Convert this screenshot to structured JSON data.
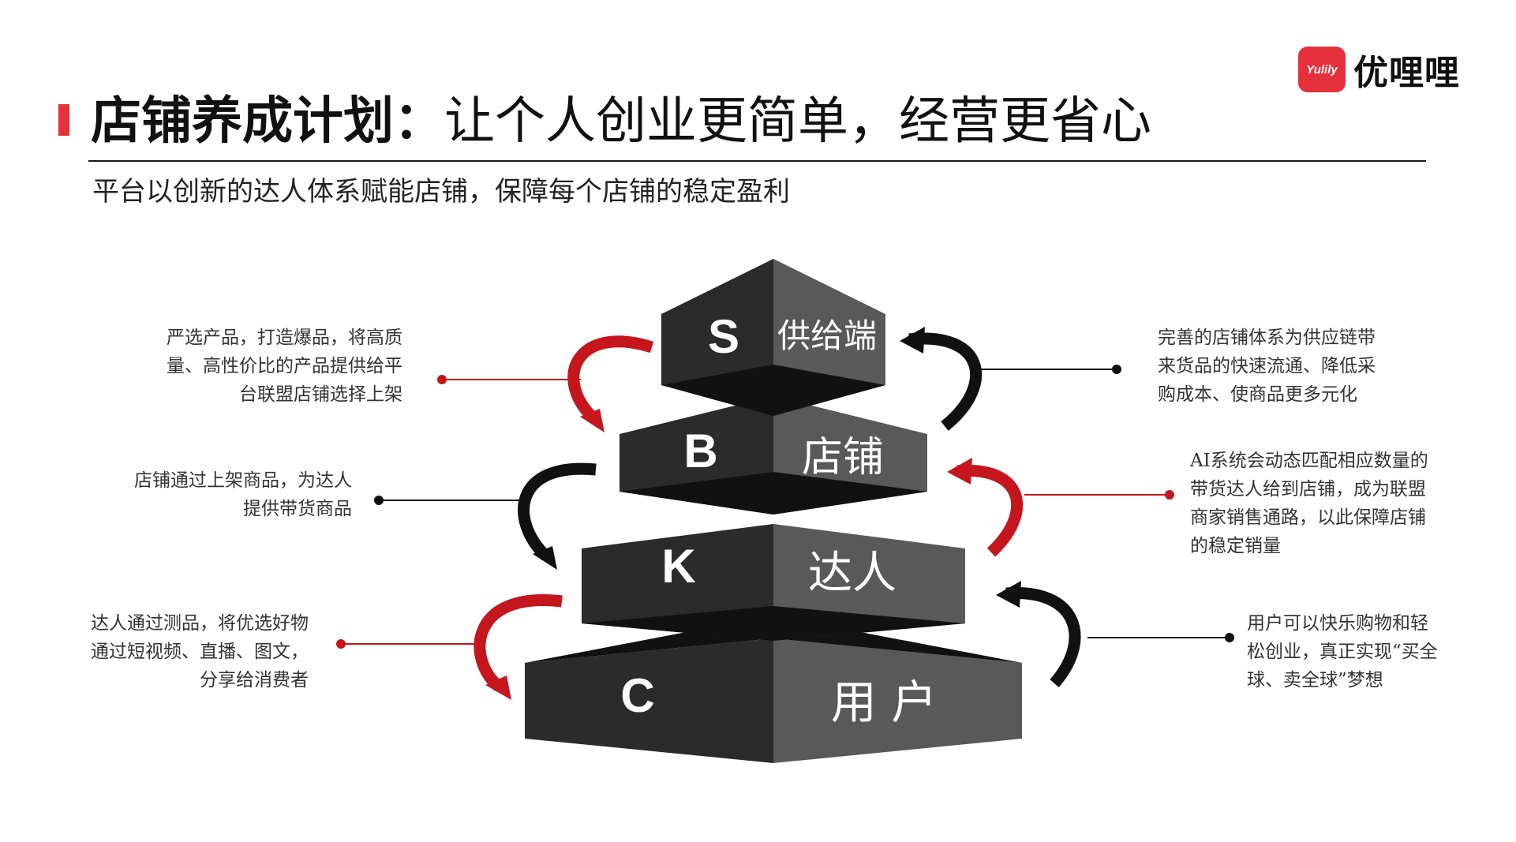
{
  "header": {
    "title_strong": "店铺养成计划：",
    "title_rest": "让个人创业更简单，经营更省心",
    "subtitle": "平台以创新的达人体系赋能店铺，保障每个店铺的稳定盈利"
  },
  "logo": {
    "badge_text": "Yulily",
    "name": "优哩哩"
  },
  "colors": {
    "accent": "#e6313c",
    "arrow_red": "#c4161c",
    "arrow_black": "#111111",
    "block_dark": "#2b2b2b",
    "block_light": "#595959"
  },
  "pyramid": {
    "tiers": [
      {
        "letter": "S",
        "label": "供给端"
      },
      {
        "letter": "B",
        "label": "店铺"
      },
      {
        "letter": "K",
        "label": "达人"
      },
      {
        "letter": "C",
        "label": "用 户"
      }
    ]
  },
  "descriptions": {
    "left_1": [
      "严选产品，打造爆品，将高质",
      "量、高性价比的产品提供给平",
      "台联盟店铺选择上架"
    ],
    "left_2": [
      "店铺通过上架商品，为达人",
      "提供带货商品"
    ],
    "left_3": [
      "达人通过测品，将优选好物",
      "通过短视频、直播、图文，",
      "分享给消费者"
    ],
    "right_1": [
      "完善的店铺体系为供应链带",
      "来货品的快速流通、降低采",
      "购成本、使商品更多元化"
    ],
    "right_2": [
      "AI系统会动态匹配相应数量的",
      "带货达人给到店铺，成为联盟",
      "商家销售通路，以此保障店铺",
      "的稳定销量"
    ],
    "right_3": [
      "用户可以快乐购物和轻",
      "松创业，真正实现“买全",
      "球、卖全球”梦想"
    ]
  }
}
